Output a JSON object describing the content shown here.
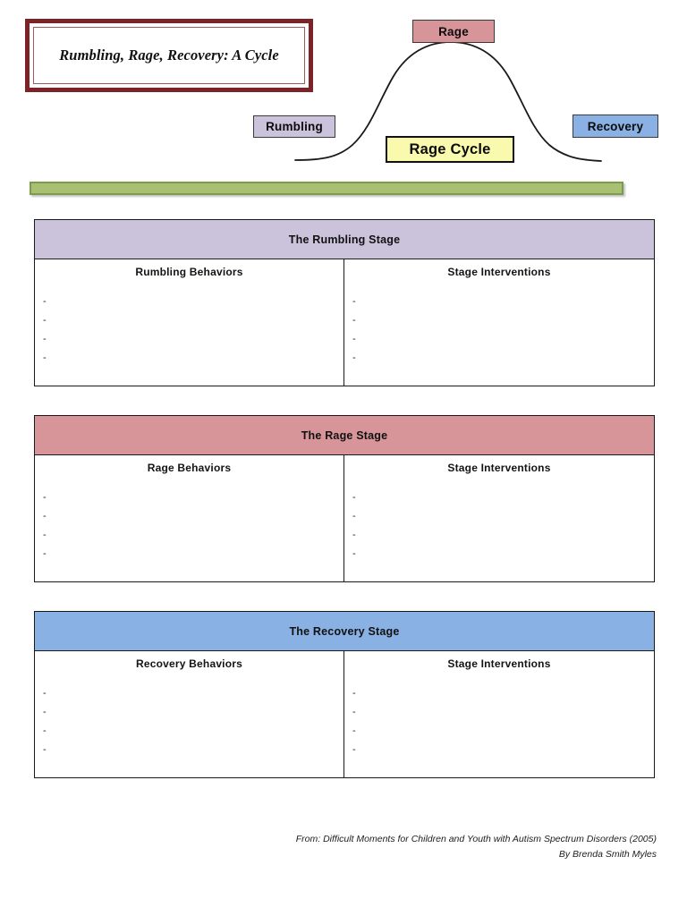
{
  "title_box": {
    "text": "Rumbling, Rage, Recovery:  A Cycle",
    "border_color": "#7B2326"
  },
  "diagram": {
    "name": "rage-cycle-bell-curve",
    "curve_color": "#1a1a1a",
    "labels": {
      "rage": "Rage",
      "rumbling": "Rumbling",
      "recovery": "Recovery",
      "cycle": "Rage Cycle"
    },
    "colors": {
      "rage": "#D79599",
      "rumbling": "#CBC2DC",
      "recovery": "#89B1E3",
      "cycle": "#FAFAAE"
    }
  },
  "divider": {
    "name": "green-divider-bar",
    "fill": "#A9C072",
    "border": "#7D9B4E"
  },
  "stages": [
    {
      "id": "rumbling",
      "header": "The Rumbling Stage",
      "header_color": "#CBC2DC",
      "columns": [
        {
          "title": "Rumbling Behaviors",
          "bullets": [
            "-",
            "-",
            "-",
            "-"
          ]
        },
        {
          "title": "Stage Interventions",
          "bullets": [
            "-",
            "-",
            "-",
            "-"
          ]
        }
      ]
    },
    {
      "id": "rage",
      "header": "The Rage Stage",
      "header_color": "#D79599",
      "columns": [
        {
          "title": "Rage Behaviors",
          "bullets": [
            "-",
            "-",
            "-",
            "-"
          ]
        },
        {
          "title": "Stage Interventions",
          "bullets": [
            "-",
            "-",
            "-",
            "-"
          ]
        }
      ]
    },
    {
      "id": "recovery",
      "header": "The Recovery Stage",
      "header_color": "#89B1E3",
      "columns": [
        {
          "title": "Recovery Behaviors",
          "bullets": [
            "-",
            "-",
            "-",
            "-"
          ]
        },
        {
          "title": "Stage Interventions",
          "bullets": [
            "-",
            "-",
            "-",
            "-"
          ]
        }
      ]
    }
  ],
  "footer": {
    "line1": "From:  Difficult Moments for Children and Youth with Autism Spectrum Disorders (2005)",
    "line2": "By Brenda Smith Myles"
  }
}
